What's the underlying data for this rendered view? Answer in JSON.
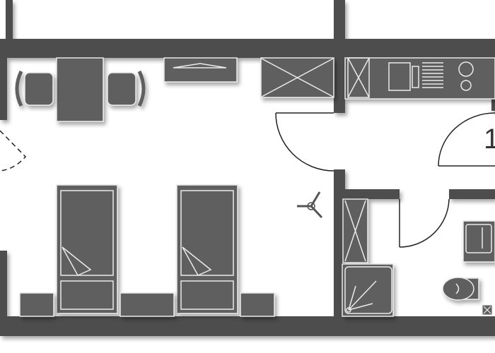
{
  "plan": {
    "room_number": "1",
    "colors": {
      "wall": "#4d4d4d",
      "furniture": "#5f5f5f",
      "outline": "#e8e8e8",
      "background": "#ffffff"
    },
    "fixtures": [
      "desk",
      "chair",
      "chair",
      "dresser",
      "wardrobe",
      "kitchen-counter",
      "sink",
      "stove",
      "bed",
      "bed",
      "nightstand",
      "nightstand",
      "nightstand",
      "ceiling-fan",
      "shower",
      "toilet",
      "bathroom-sink",
      "bathroom-cabinet"
    ]
  }
}
